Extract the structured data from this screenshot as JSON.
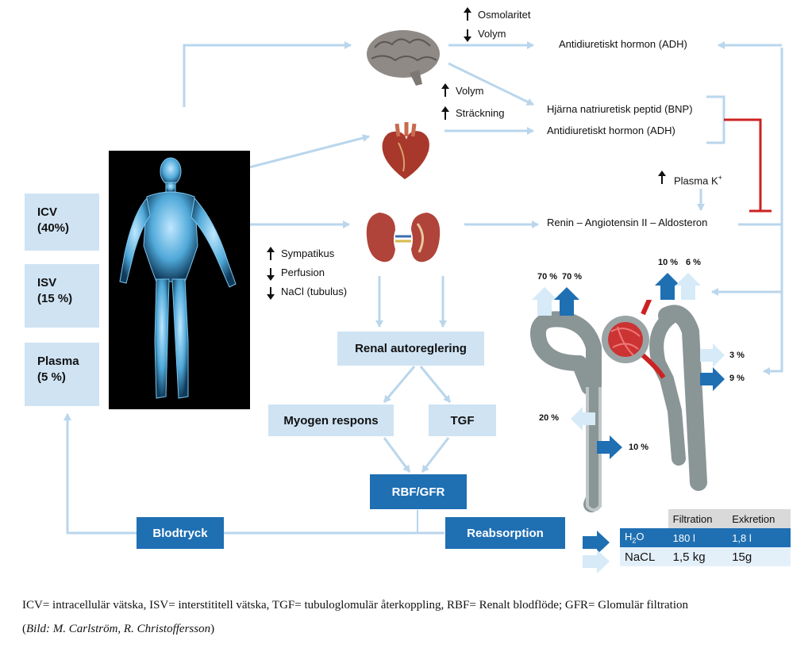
{
  "compartments": [
    {
      "name": "ICV",
      "pct": "(40%)"
    },
    {
      "name": "ISV",
      "pct": "(15 %)"
    },
    {
      "name": "Plasma",
      "pct": "(5 %)"
    }
  ],
  "brain_inputs": [
    "Osmolaritet",
    "Volym"
  ],
  "heart_inputs": [
    "Volym",
    "Sträckning"
  ],
  "kidney_inputs": [
    "Sympatikus",
    "Perfusion",
    "NaCl (tubulus)"
  ],
  "hormones": {
    "adh_top": "Antidiuretiskt hormon (ADH)",
    "bnp": "Hjärna natriuretisk peptid (BNP)",
    "adh_mid": "Antidiuretiskt hormon (ADH)",
    "plasma_k": "Plasma K",
    "plasma_k_sup": "+",
    "raas": "Renin – Angiotensin II – Aldosteron"
  },
  "boxes": {
    "renal_autoreg": "Renal autoreglering",
    "myogen": "Myogen respons",
    "tgf": "TGF",
    "rbf_gfr": "RBF/GFR",
    "blodtryck": "Blodtryck",
    "reabsorption": "Reabsorption"
  },
  "nephron_pcts": {
    "p70a": "70 %",
    "p70b": "70 %",
    "p10a": "10 %",
    "p6": "6 %",
    "p3": "3 %",
    "p9": "9 %",
    "p20": "20 %",
    "p10b": "10 %"
  },
  "filtration_table": {
    "headers": [
      "",
      "Filtration",
      "Exkretion"
    ],
    "rows": [
      {
        "label": "H",
        "sub": "2",
        "label_end": "O",
        "filtration": "180 l",
        "exkretion": "1,8 l"
      },
      {
        "label": "NaCL",
        "filtration": "1,5 kg",
        "exkretion": "15g"
      }
    ]
  },
  "caption": {
    "line1": "ICV= intracellulär vätska, ISV= interstititell vätska, TGF= tubuloglomulär återkoppling, RBF= Renalt blodflöde; GFR= Glomulär filtration",
    "credit_open": "(",
    "credit": "Bild: M. Carlström, R. Christoffersson",
    "credit_close": ")"
  },
  "colors": {
    "light_blue": "#cfe3f3",
    "dark_blue": "#1f6fb3",
    "arrow_line": "#b9d6ec",
    "inhibit_red": "#cc2222"
  }
}
